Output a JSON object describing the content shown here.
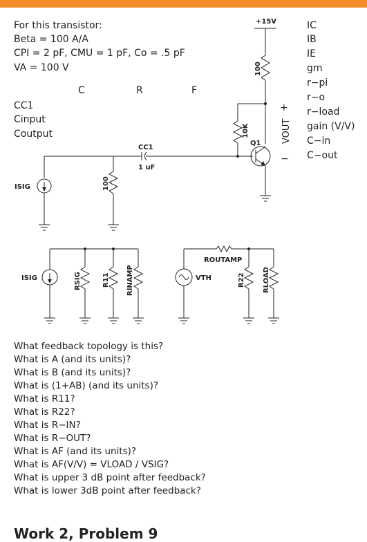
{
  "header": {
    "line1": "For this transistor:",
    "line2": "Beta = 100 A/A",
    "line3": "CPI = 2 pF, CMU = 1 pF, Co = .5 pF",
    "line4": "VA = 100 V"
  },
  "columns": {
    "c": "C",
    "r": "R",
    "f": "F"
  },
  "rows": [
    "CC1",
    "Cinput",
    "Coutput"
  ],
  "params": [
    "IC",
    "IB",
    "IE",
    "gm",
    "r−pi",
    "r−o",
    "r−load",
    "gain (V/V)",
    "C−in",
    "C−out"
  ],
  "circuit": {
    "supply": "+15V",
    "r_top": "100",
    "r_bias": "10K",
    "transistor": "Q1",
    "vout_plus": "+",
    "vout": "VOUT",
    "vout_minus": "−",
    "cc1": "CC1",
    "cc1_value": "1 uF",
    "isig": "ISIG",
    "r_sig": "100"
  },
  "model": {
    "isig": "ISIG",
    "rsig": "RSIG",
    "r11": "R11",
    "rinamp": "RINAMP",
    "routamp": "ROUTAMP",
    "vth": "VTH",
    "r22": "R22",
    "rload": "RLOAD"
  },
  "questions": [
    "What feedback topology is this?",
    "What is A (and its units)?",
    "What is B (and its units)?",
    "What is (1+AB) (and its units)?",
    "What is R11?",
    "What is R22?",
    "What is R−IN?",
    "What is R−OUT?",
    "What is AF (and its units)?",
    "What is AF(V/V) = VLOAD / VSIG?",
    "What is upper 3 dB point after feedback?",
    "What is lower 3dB point after feedback?"
  ],
  "footer_title": "Work 2, Problem 9",
  "colors": {
    "accent_bar": "#f28c28",
    "ink": "#222222"
  }
}
